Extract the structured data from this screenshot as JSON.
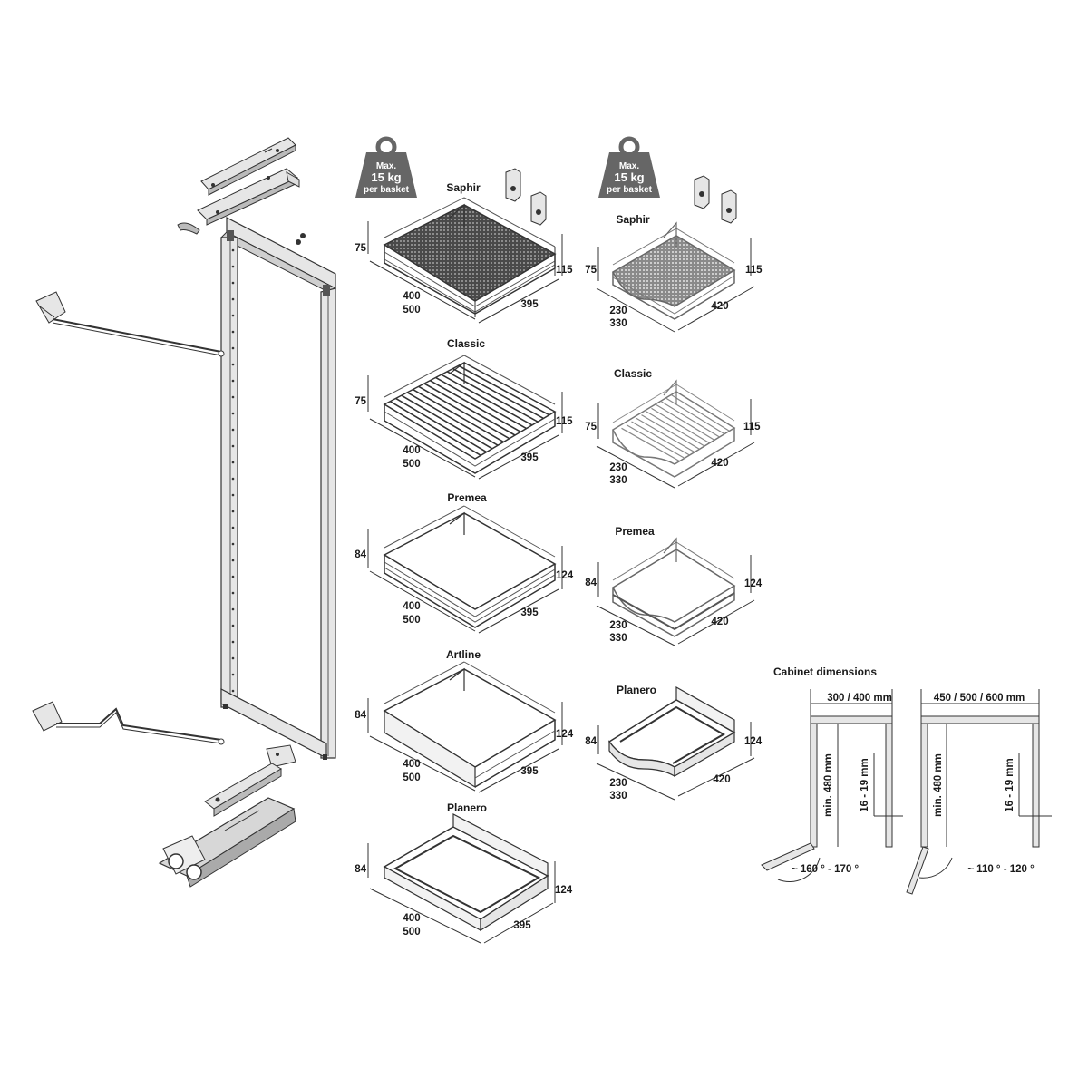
{
  "weight_badges": [
    {
      "line1": "Max.",
      "line2": "15 kg",
      "line3": "per basket"
    },
    {
      "line1": "Max.",
      "line2": "15 kg",
      "line3": "per basket"
    }
  ],
  "baskets_left": [
    {
      "name": "Saphir",
      "h_front": "75",
      "h_back": "115",
      "w1": "400",
      "w2": "500",
      "depth": "395"
    },
    {
      "name": "Classic",
      "h_front": "75",
      "h_back": "115",
      "w1": "400",
      "w2": "500",
      "depth": "395"
    },
    {
      "name": "Premea",
      "h_front": "84",
      "h_back": "124",
      "w1": "400",
      "w2": "500",
      "depth": "395"
    },
    {
      "name": "Artline",
      "h_front": "84",
      "h_back": "124",
      "w1": "400",
      "w2": "500",
      "depth": "395"
    },
    {
      "name": "Planero",
      "h_front": "84",
      "h_back": "124",
      "w1": "400",
      "w2": "500",
      "depth": "395"
    }
  ],
  "baskets_right": [
    {
      "name": "Saphir",
      "h_front": "75",
      "h_back": "115",
      "w1": "230",
      "w2": "330",
      "depth": "420"
    },
    {
      "name": "Classic",
      "h_front": "75",
      "h_back": "115",
      "w1": "230",
      "w2": "330",
      "depth": "420"
    },
    {
      "name": "Premea",
      "h_front": "84",
      "h_back": "124",
      "w1": "230",
      "w2": "330",
      "depth": "420"
    },
    {
      "name": "Planero",
      "h_front": "84",
      "h_back": "124",
      "w1": "230",
      "w2": "330",
      "depth": "420"
    }
  ],
  "cabinet": {
    "title": "Cabinet dimensions",
    "left": {
      "width": "300 / 400 mm",
      "height": "min. 480 mm",
      "gap": "16 - 19 mm",
      "angle": "~ 160 ° - 170 °"
    },
    "right": {
      "width": "450 / 500 / 600 mm",
      "height": "min. 480 mm",
      "gap": "16 - 19 mm",
      "angle": "~ 110 ° - 120 °"
    }
  },
  "colors": {
    "line": "#333333",
    "frame": "#e6e6e6",
    "badge": "#666666",
    "panel": "#f2f2f2"
  }
}
